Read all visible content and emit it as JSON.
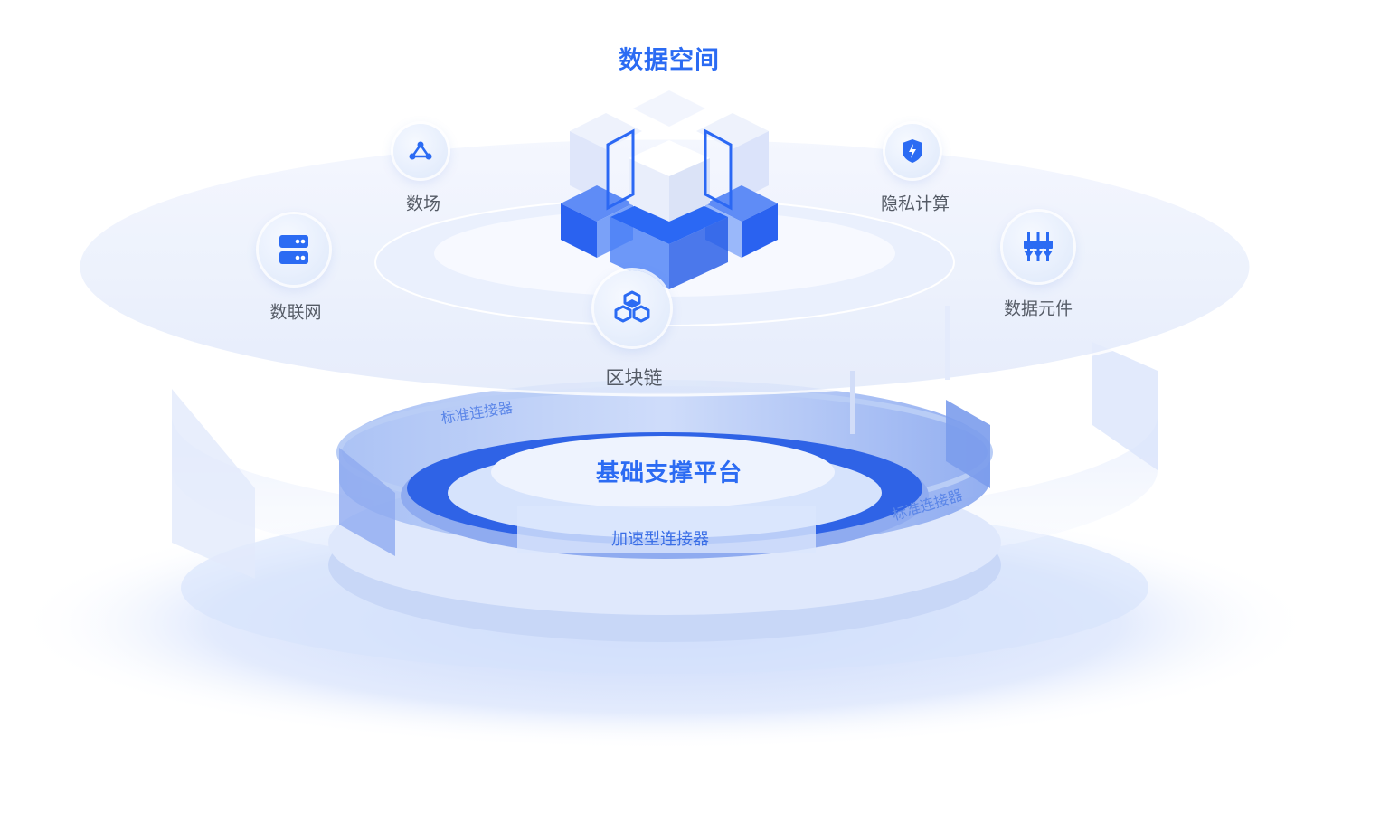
{
  "title": "数据空间",
  "nodes": [
    {
      "label": "数场",
      "icon": "network-triangle-icon"
    },
    {
      "label": "数联网",
      "icon": "server-icon"
    },
    {
      "label": "区块链",
      "icon": "blockchain-cubes-icon"
    },
    {
      "label": "隐私计算",
      "icon": "shield-bolt-icon"
    },
    {
      "label": "数据元件",
      "icon": "components-icon"
    }
  ],
  "platform": {
    "title": "基础支撑平台",
    "accelerated_connector": "加速型连接器",
    "standard_connector_left": "标准连接器",
    "standard_connector_right": "标准连接器"
  },
  "colors": {
    "accent": "#2B6BF3",
    "label": "#555b66",
    "ring": "#7fa3ef"
  }
}
